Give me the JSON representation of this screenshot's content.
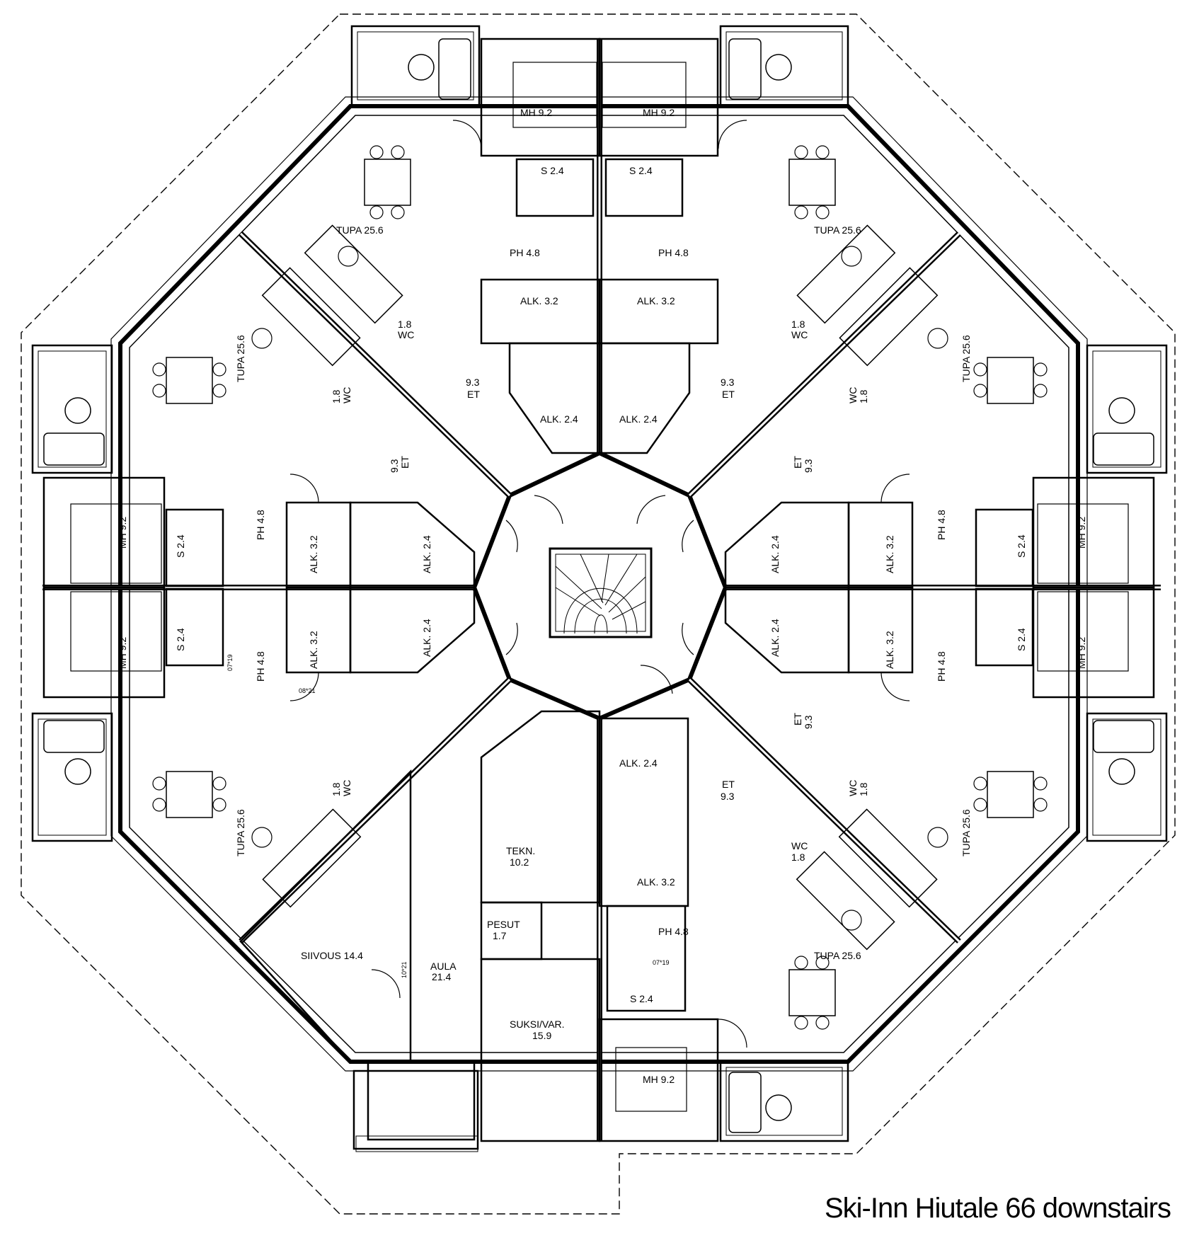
{
  "caption": "Ski-Inn Hiutale 66 downstairs",
  "rooms": {
    "tupa_nw": "TUPA 25.6",
    "tupa_ne": "TUPA 25.6",
    "tupa_wnw": "TUPA 25.6",
    "tupa_ene": "TUPA 25.6",
    "tupa_wsw": "TUPA 25.6",
    "tupa_ese": "TUPA 25.6",
    "tupa_se": "TUPA 25.6",
    "mh_n_left": "MH 9.2",
    "mh_n_right": "MH 9.2",
    "mh_w_top": "MH 9.2",
    "mh_w_bottom": "MH 9.2",
    "mh_e_top": "MH 9.2",
    "mh_e_bottom": "MH 9.2",
    "mh_s": "MH 9.2",
    "s_n_left": "S 2.4",
    "s_n_right": "S 2.4",
    "s_w_top": "S 2.4",
    "s_w_bottom": "S 2.4",
    "s_e_top": "S 2.4",
    "s_e_bottom": "S 2.4",
    "s_s": "S 2.4",
    "ph_n_left": "PH 4.8",
    "ph_n_right": "PH 4.8",
    "ph_w_top": "PH 4.8",
    "ph_w_bottom": "PH 4.8",
    "ph_e_top": "PH 4.8",
    "ph_e_bottom": "PH 4.8",
    "ph_s": "PH 4.8",
    "alk32_n_left": "ALK. 3.2",
    "alk32_n_right": "ALK. 3.2",
    "alk32_w_top": "ALK. 3.2",
    "alk32_w_bottom": "ALK. 3.2",
    "alk32_e_top": "ALK. 3.2",
    "alk32_e_bottom": "ALK. 3.2",
    "alk32_s": "ALK. 3.2",
    "alk24_n_left": "ALK. 2.4",
    "alk24_n_right": "ALK. 2.4",
    "alk24_w_top": "ALK. 2.4",
    "alk24_w_bottom": "ALK. 2.4",
    "alk24_e_top": "ALK. 2.4",
    "alk24_e_bottom": "ALK. 2.4",
    "alk24_s": "ALK. 2.4",
    "et_value": "9.3",
    "et_label": "ET",
    "wc_value": "1.8",
    "wc_label": "WC",
    "tekn_label": "TEKN.",
    "tekn_value": "10.2",
    "pesut_label": "PESUT",
    "pesut_value": "1.7",
    "siivous": "SIIVOUS  14.4",
    "aula_label": "AULA",
    "aula_value": "21.4",
    "suksi_label": "SUKSI/VAR.",
    "suksi_value": "15.9"
  },
  "door_codes": {
    "d1": "07*19",
    "d2": "08*21",
    "d3": "10*21",
    "d4": "07*19"
  }
}
